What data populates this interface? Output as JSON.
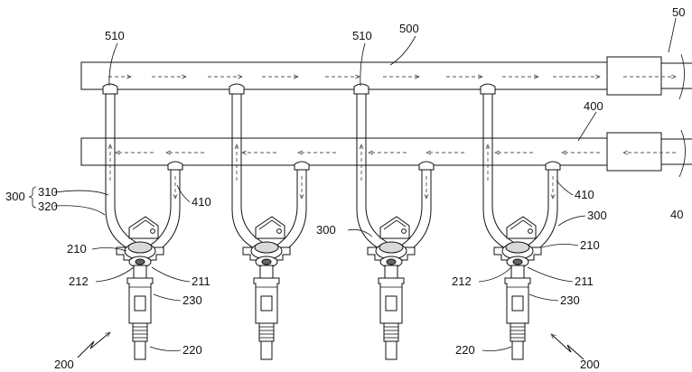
{
  "labels": {
    "rail_510_a": "510",
    "rail_510_b": "510",
    "rail_500": "500",
    "rail_500_edge": "50",
    "rail_400": "400",
    "rail_400_edge": "40",
    "group_300": "300",
    "sub_310": "310",
    "sub_320": "320",
    "port_410_a": "410",
    "port_410_b": "410",
    "cap_210_a": "210",
    "cap_210_b": "210",
    "clip_212_a": "212",
    "clip_212_b": "212",
    "ring_211_a": "211",
    "ring_211_b": "211",
    "body_230_a": "230",
    "body_230_b": "230",
    "tip_220_a": "220",
    "tip_220_b": "220",
    "hose_300_a": "300",
    "hose_300_b": "300",
    "injector_200_a": "200",
    "injector_200_b": "200"
  },
  "colors": {
    "line": "#111111",
    "flow_arrow": "#555555",
    "shade": "#d9d9d9"
  },
  "icons": [
    "flow-arrow-icon",
    "lightning-arrow-icon"
  ]
}
